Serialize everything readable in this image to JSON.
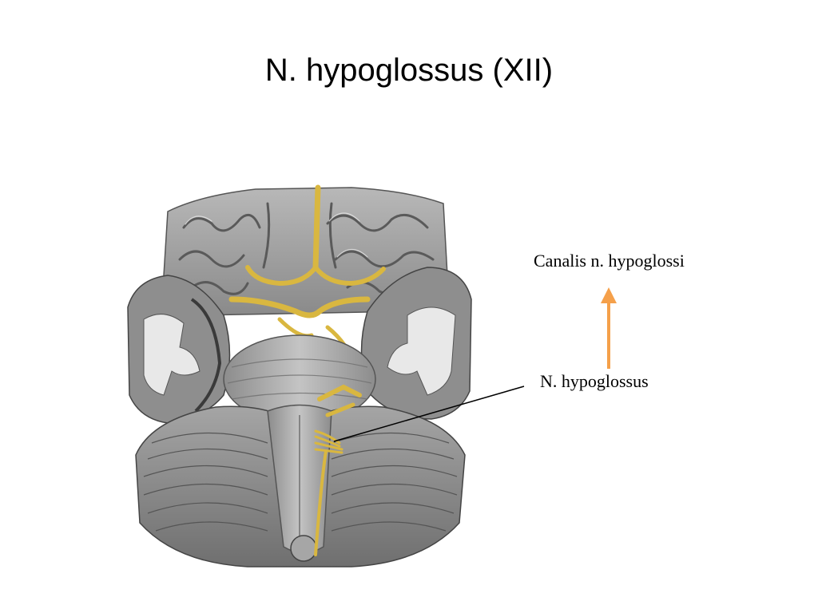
{
  "slide": {
    "title": "N. hypoglossus (XII)"
  },
  "labels": {
    "canal": "Canalis n. hypoglossi",
    "nerve": "N. hypoglossus"
  },
  "colors": {
    "arrow": "#f5a04a",
    "nerve_yellow": "#d9b740",
    "brain_gray": "#9a9a9a",
    "background": "#ffffff"
  }
}
